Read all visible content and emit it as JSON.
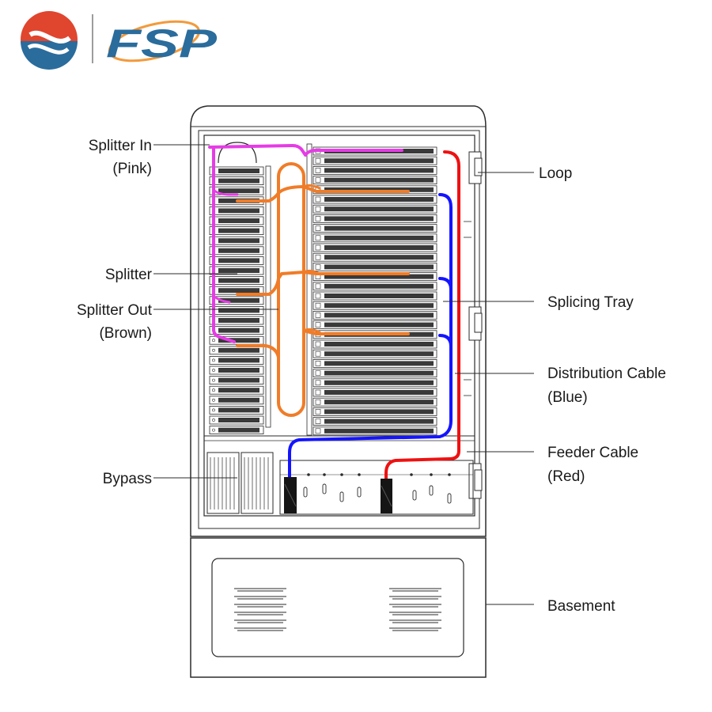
{
  "logo": {
    "text": "FSP",
    "colors": {
      "red": "#e0452e",
      "blue": "#2a6c9c",
      "orange": "#f39a3c"
    }
  },
  "colors": {
    "pink": "#e63be6",
    "orange": "#f07c28",
    "blue": "#1414ff",
    "red": "#ee1111",
    "line": "#2b2b2b",
    "cable_plug": "#151515"
  },
  "labels": {
    "splitter_in_1": "Splitter In",
    "splitter_in_2": "(Pink)",
    "splitter": "Splitter",
    "splitter_out_1": "Splitter Out",
    "splitter_out_2": "(Brown)",
    "bypass": "Bypass",
    "loop": "Loop",
    "splicing_tray": "Splicing Tray",
    "distribution_cable_1": "Distribution Cable",
    "distribution_cable_2": "(Blue)",
    "feeder_cable_1": "Feeder Cable",
    "feeder_cable_2": "(Red)",
    "basement": "Basement"
  }
}
